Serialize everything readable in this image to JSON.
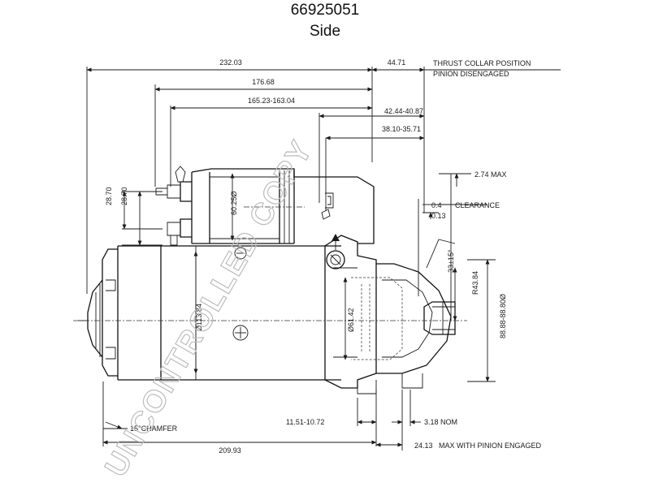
{
  "title": "66925051",
  "subtitle": "Side",
  "watermark": "UNCONTROLLED COPY",
  "dimensions": {
    "d232": "232.03",
    "d44": "44.71",
    "thrust1": "THRUST COLLAR POSITION",
    "thrust2": "PINION DISENGAGED",
    "d176": "176.68",
    "d165": "165.23-163.04",
    "d42": "42.44-40.87",
    "d38": "38.10-35.71",
    "d274": "2.74 MAX",
    "d04": "0.4",
    "clearance": "CLEARANCE",
    "d013": "0.13",
    "d2870a": "28.70",
    "d2870b": "28.70",
    "d6025": "60.25Ø",
    "angle": "33±15°",
    "r4384": "R43.84",
    "d8888": "88.88-88.80Ø",
    "d11384": "Ø113.84",
    "d6142": "Ø61.42",
    "chamfer": "15°CHAMFER",
    "d1151": "11.51-10.72",
    "d318": "3.18 NOM",
    "d20993": "209.93",
    "d2413": "24.13",
    "maxeng": "MAX WITH PINION ENGAGED"
  }
}
